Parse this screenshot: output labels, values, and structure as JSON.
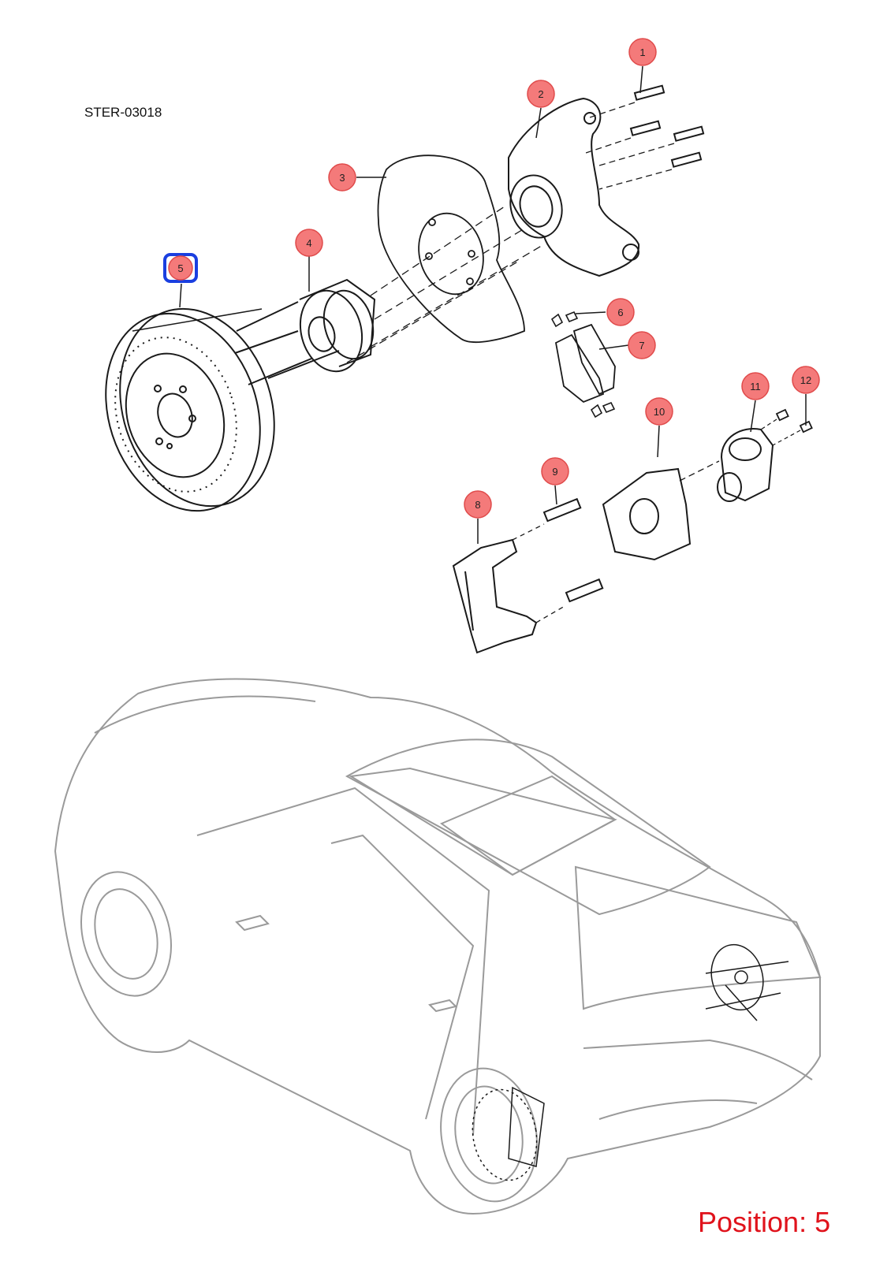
{
  "diagram": {
    "document_id": "STER-03018",
    "position_label": "Position: 5",
    "selected_callout": "5",
    "callouts": [
      {
        "id": "1"
      },
      {
        "id": "2"
      },
      {
        "id": "3"
      },
      {
        "id": "4"
      },
      {
        "id": "5"
      },
      {
        "id": "6"
      },
      {
        "id": "7"
      },
      {
        "id": "8"
      },
      {
        "id": "9"
      },
      {
        "id": "10"
      },
      {
        "id": "11"
      },
      {
        "id": "12"
      }
    ],
    "colors": {
      "callout_fill": "#f47a7a",
      "callout_stroke": "#e04b4b",
      "selected_outline": "#1a3fe0",
      "position_text": "#e0131c",
      "line_art": "#1a1a1a",
      "vehicle_line": "#9a9a9a"
    }
  }
}
